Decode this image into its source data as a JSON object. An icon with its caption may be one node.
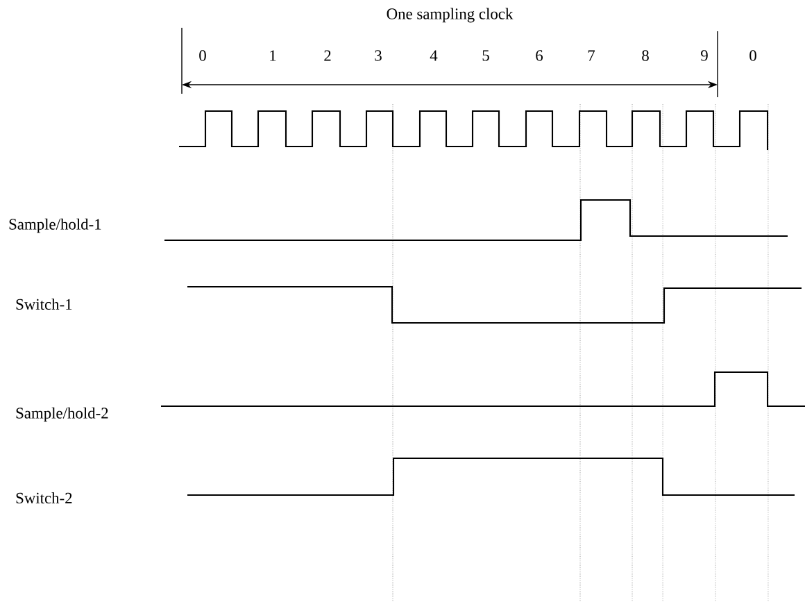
{
  "diagram": {
    "labels": [
      "One sampling clock",
      "0",
      "1",
      "2",
      "3",
      "4",
      "5",
      "6",
      "7",
      "8",
      "9",
      "0",
      "Sample/hold-1",
      "Switch-1",
      "Sample/hold-2",
      "Switch-2"
    ]
  }
}
